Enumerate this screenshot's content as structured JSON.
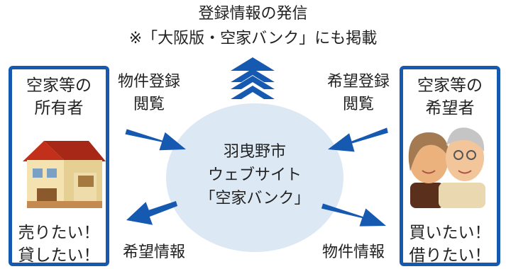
{
  "header": {
    "line1": "登録情報の発信",
    "line2": "※「大阪版・空家バンク」にも掲載"
  },
  "left_panel": {
    "title_lines": [
      "空家等の",
      "所有者"
    ],
    "footer_lines": [
      "売りたい！",
      "貸したい！"
    ]
  },
  "right_panel": {
    "title_lines": [
      "空家等の",
      "希望者"
    ],
    "footer_lines": [
      "買いたい！",
      "借りたい！"
    ]
  },
  "labels": {
    "top_left": [
      "物件登録",
      "閲覧"
    ],
    "top_right": [
      "希望登録",
      "閲覧"
    ],
    "bottom_left": "希望情報",
    "bottom_right": "物件情報"
  },
  "center": {
    "lines": [
      "羽曳野市",
      "ウェブサイト",
      "「空家バンク」"
    ]
  },
  "colors": {
    "accent_blue": "#1559b0",
    "circle_fill": "#dce8f3"
  }
}
